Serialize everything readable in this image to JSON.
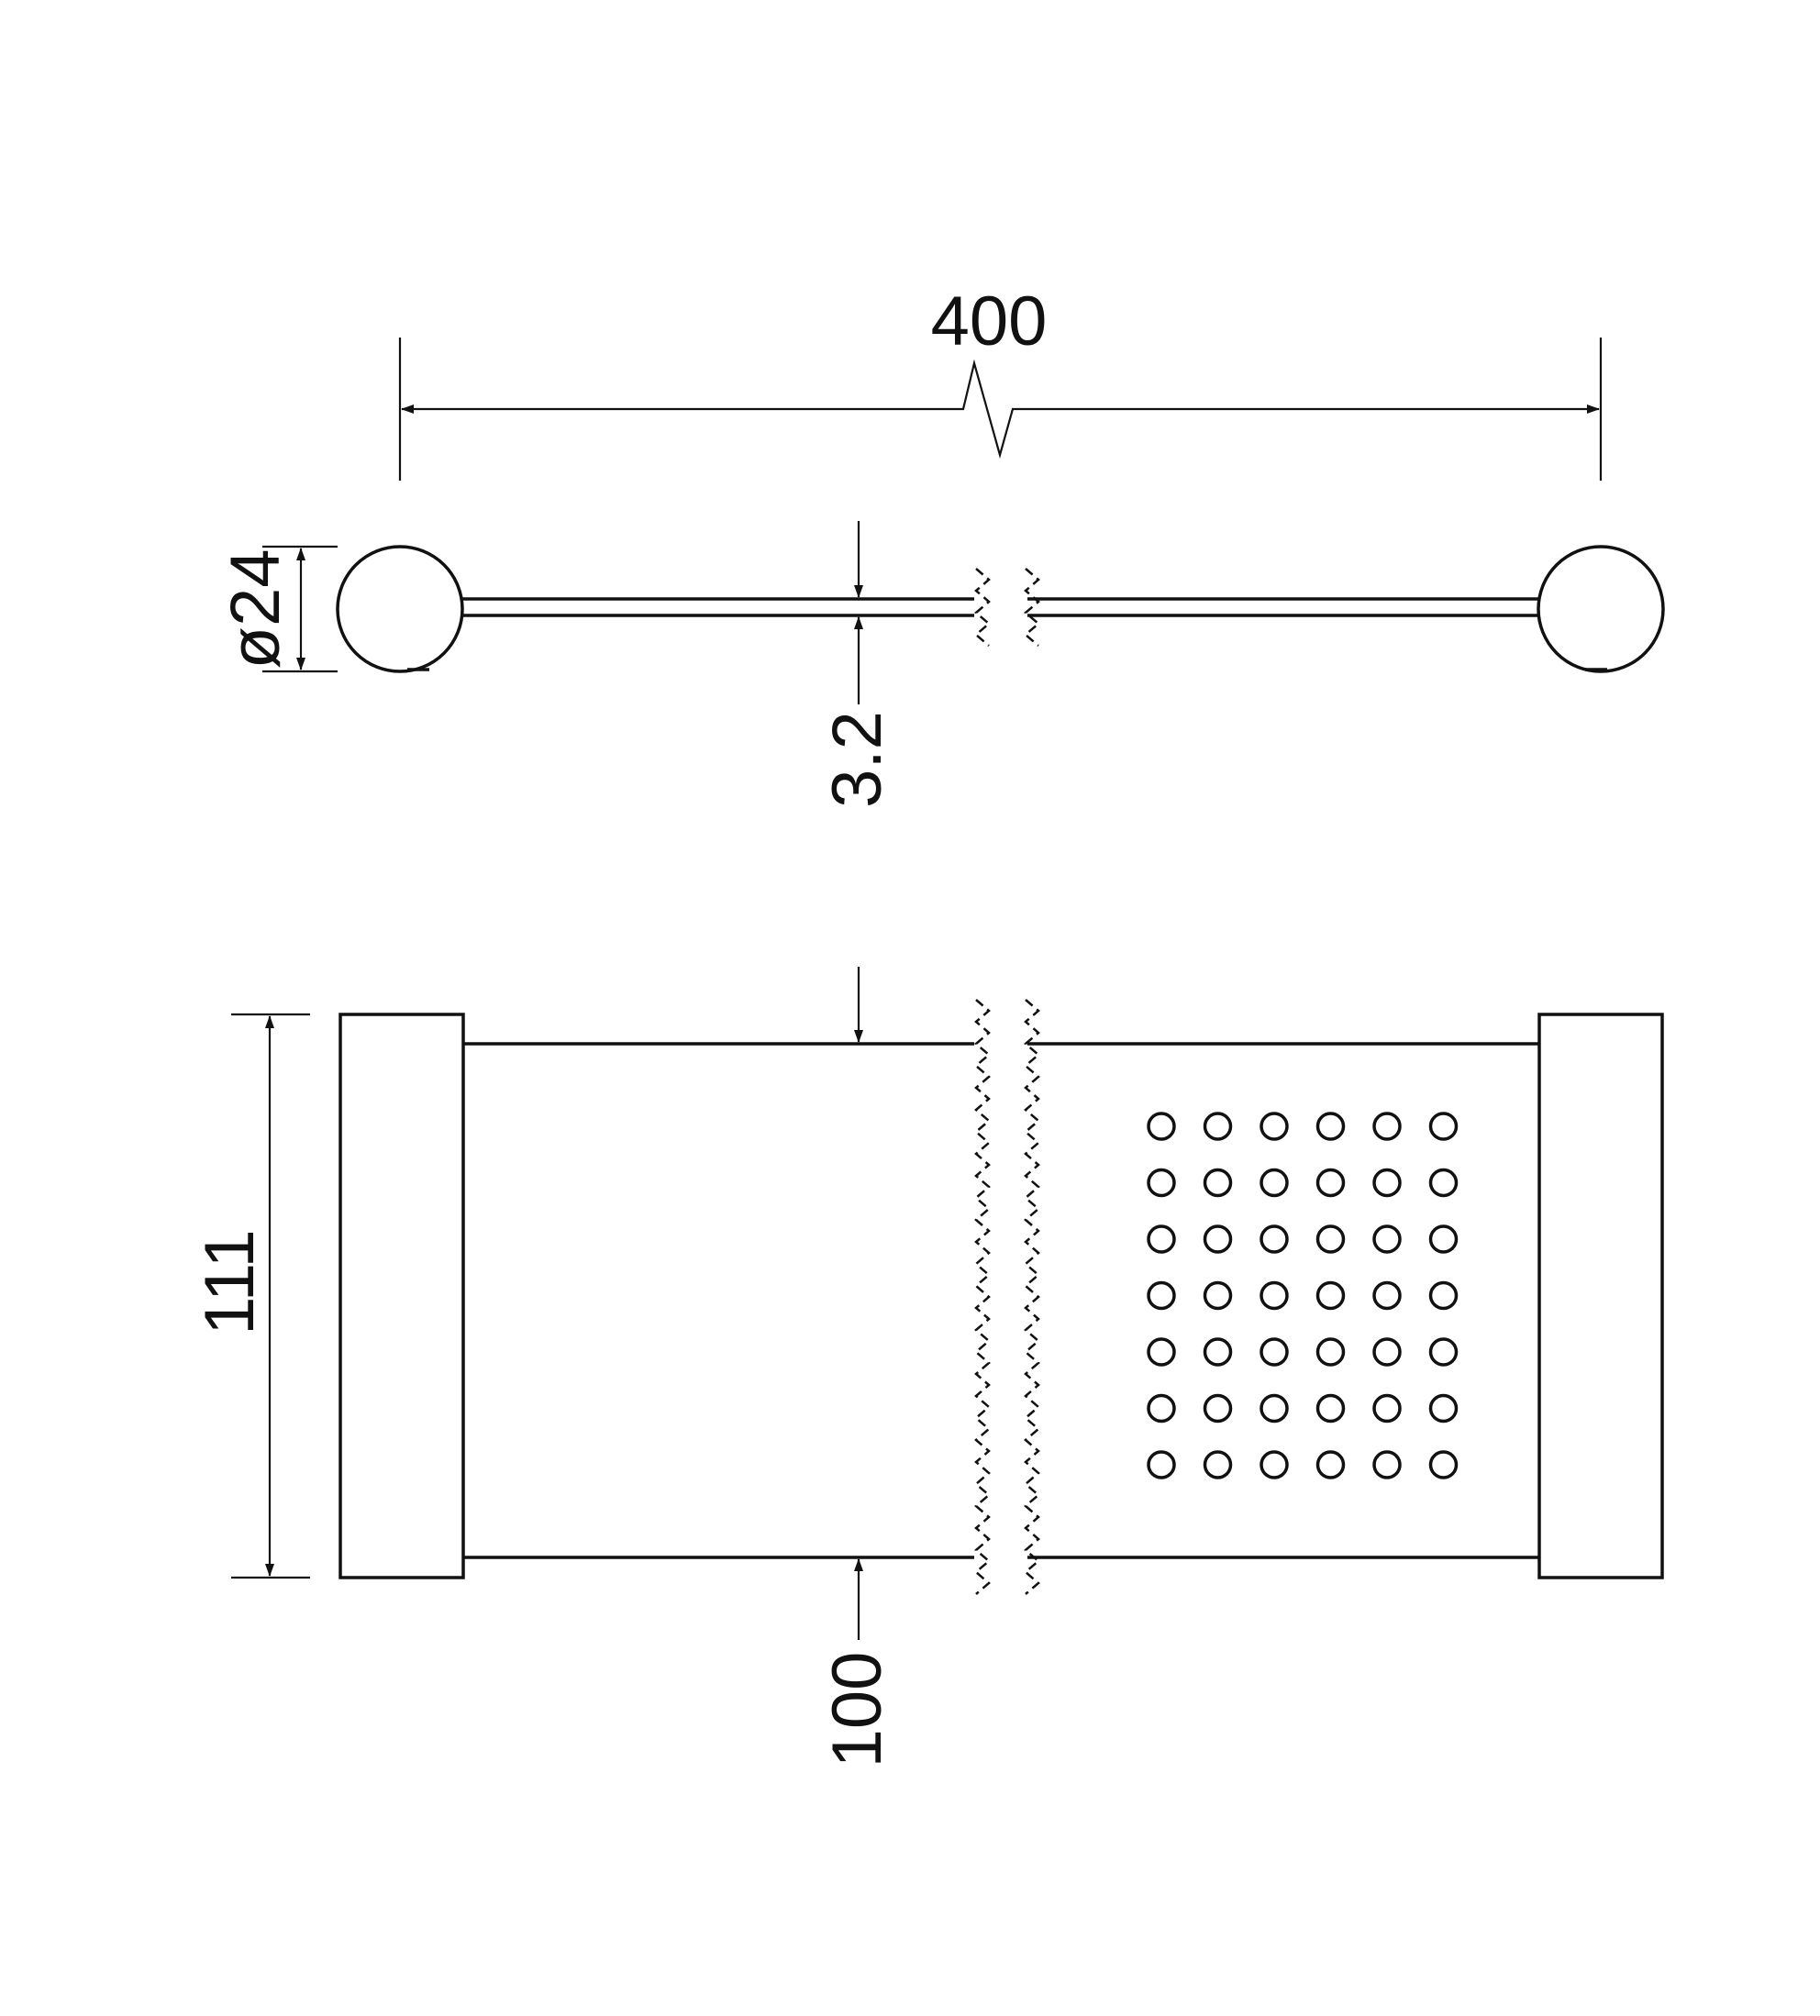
{
  "drawing": {
    "dimensions": {
      "overall_length": "400",
      "end_diameter": "ø24",
      "shelf_thickness": "3.2",
      "overall_depth": "111",
      "shelf_depth": "100"
    },
    "hole_pattern": {
      "rows": 7,
      "columns": 6
    },
    "line_color": "#111111"
  }
}
